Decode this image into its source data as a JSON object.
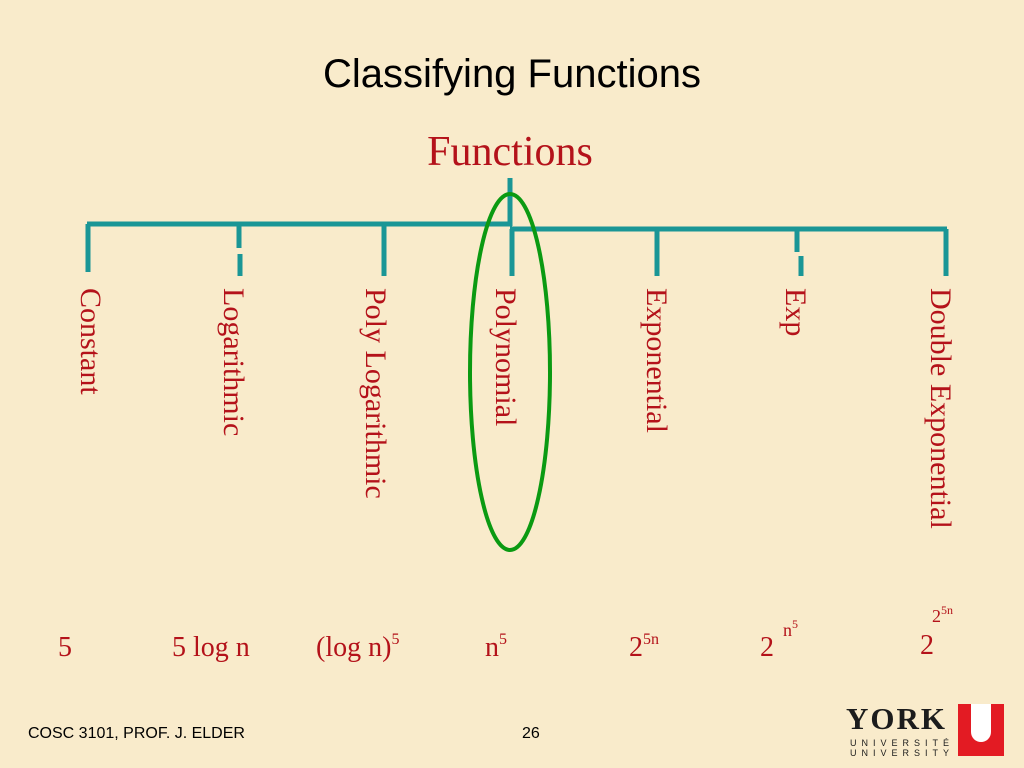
{
  "title": "Classifying Functions",
  "root": "Functions",
  "categories": [
    {
      "label": "Constant",
      "example": {
        "base": "5"
      }
    },
    {
      "label": "Logarithmic",
      "example": {
        "base": "5 log n"
      }
    },
    {
      "label": "Poly Logarithmic",
      "example": {
        "base": "(log n)",
        "sup": "5"
      }
    },
    {
      "label": "Polynomial",
      "example": {
        "base": "n",
        "sup": "5"
      }
    },
    {
      "label": "Exponential",
      "example": {
        "base": "2",
        "sup": "5n"
      }
    },
    {
      "label": "Exp",
      "example": {
        "base": "2",
        "sup": "n",
        "subsup": "5"
      }
    },
    {
      "label": "Double Exponential",
      "example": {
        "base": "2",
        "sup": "2",
        "subsup": "5n"
      }
    }
  ],
  "highlighted_category": "Polynomial",
  "colors": {
    "tree": "#1a9696",
    "highlight": "#0b9a12",
    "label": "#b4121a",
    "background": "#f9ebcb"
  },
  "footer": {
    "course": "COSC 3101, PROF. J. ELDER",
    "page": "26"
  },
  "logo": {
    "name": "YORK",
    "line1": "UNIVERSITÉ",
    "line2": "UNIVERSITY"
  }
}
